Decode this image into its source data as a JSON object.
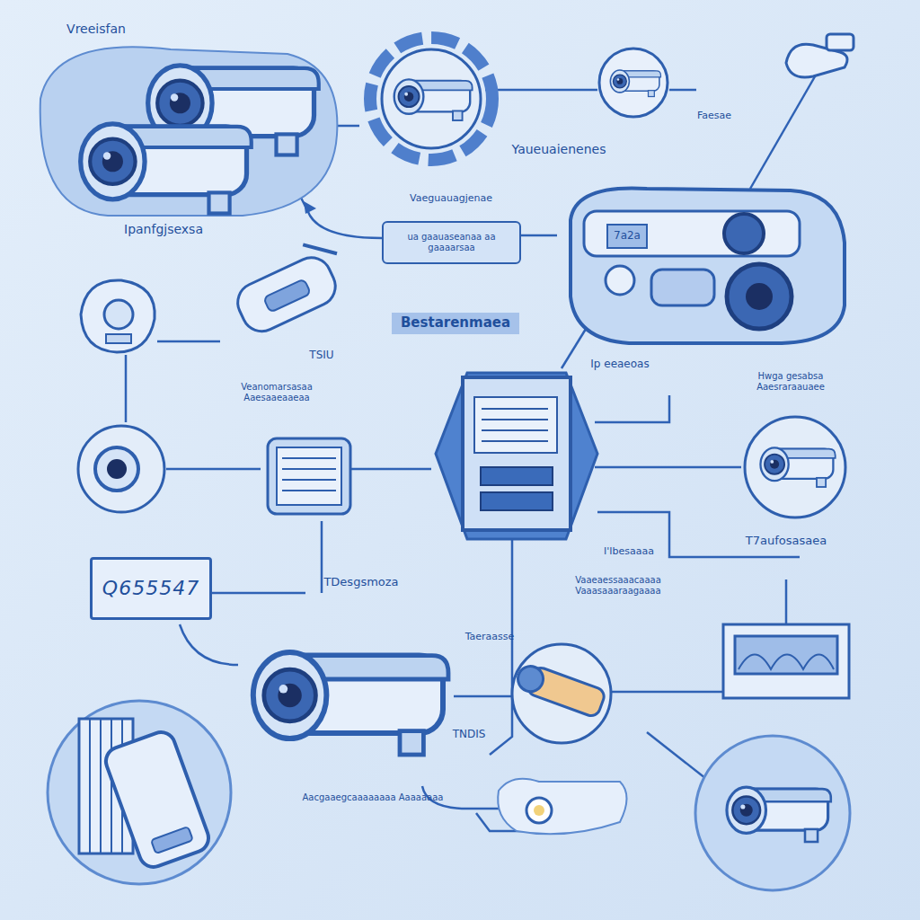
{
  "diagram": {
    "nodes": [
      {
        "text": [
          "ua gaauaseanaa aa gaaaarsaa"
        ]
      },
      {
        "text": [
          "Q655547"
        ]
      }
    ],
    "labels": [
      "Vreeisfan",
      "Faesae",
      "Yaueuaienenes",
      "Ipanfgjsexsa",
      "Vaeguauagjenae",
      "7a2a",
      "Bestarenmaea",
      "TSIU",
      "Veanomarsasaa Aaesaaeaaeaa",
      "Ip eeaeoas",
      "Hwga gesabsa Aaesraraauaee",
      "I'Ibesaaaa",
      "T7aufosasaea",
      "TDesgsmoza",
      "Vaaeaessaaacaaaa Vaaasaaaraagaaaa",
      "Taeraasse",
      "TNDIS",
      "Aacgaaegcaaaaaaaa Aaaaaaaa"
    ]
  }
}
